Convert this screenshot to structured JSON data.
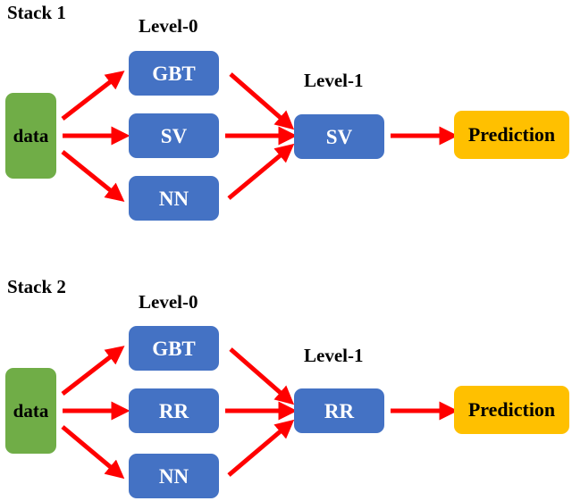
{
  "diagram": {
    "title_not_shown": "",
    "colors": {
      "data_box": "#70AD47",
      "model_box": "#4472C4",
      "prediction_box": "#FFC000",
      "arrow": "#FF0000",
      "text_dark": "#000000",
      "text_light": "#FFFFFF",
      "background": "#FFFFFF"
    }
  },
  "stacks": [
    {
      "label": "Stack 1",
      "level0_label": "Level-0",
      "level1_label": "Level-1",
      "input": {
        "label": "data"
      },
      "level0_models": [
        {
          "label": "GBT"
        },
        {
          "label": "SV"
        },
        {
          "label": "NN"
        }
      ],
      "level1_model": {
        "label": "SV"
      },
      "output": {
        "label": "Prediction"
      }
    },
    {
      "label": "Stack 2",
      "level0_label": "Level-0",
      "level1_label": "Level-1",
      "input": {
        "label": "data"
      },
      "level0_models": [
        {
          "label": "GBT"
        },
        {
          "label": "RR"
        },
        {
          "label": "NN"
        }
      ],
      "level1_model": {
        "label": "RR"
      },
      "output": {
        "label": "Prediction"
      }
    }
  ],
  "arrows": {
    "icon": "arrow-right-icon",
    "count": 14,
    "description": "red straight arrows connecting data to level-0 models, level-0 models to level-1 model, and level-1 model to prediction"
  }
}
